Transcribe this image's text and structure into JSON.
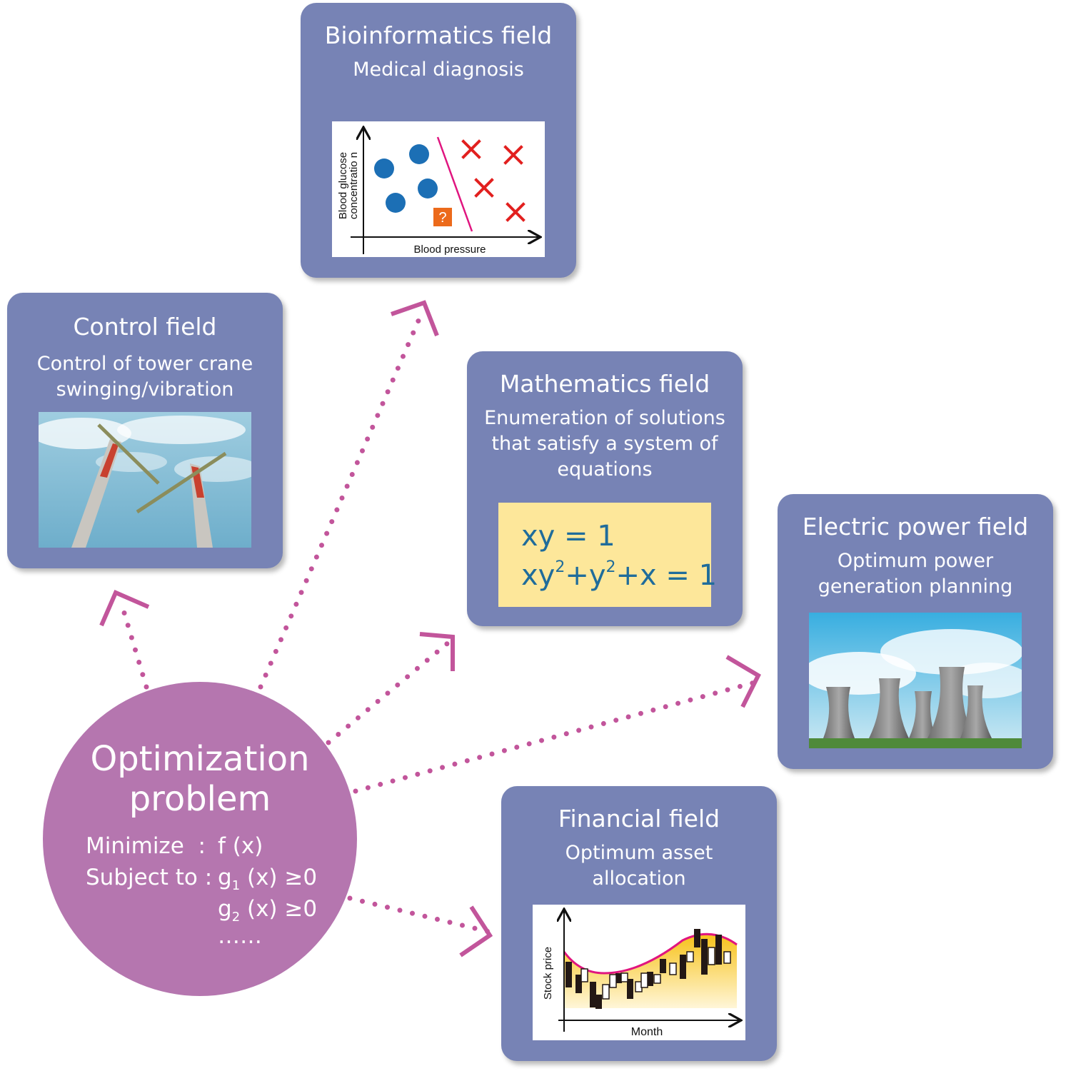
{
  "center": {
    "title_line1": "Optimization",
    "title_line2": "problem",
    "minimize_label": "Minimize  :",
    "minimize_expr": "f (x)",
    "subject_label": "Subject to :",
    "g1_name": "g",
    "g1_index": "1",
    "g1_rest": " (x) ≥0",
    "g2_name": "g",
    "g2_index": "2",
    "g2_rest": " (x) ≥0",
    "ellipsis": "……"
  },
  "fields": {
    "control": {
      "title": "Control field",
      "subtitle_line1": "Control of tower crane",
      "subtitle_line2": "swinging/vibration"
    },
    "bio": {
      "title": "Bioinformatics field",
      "subtitle": "Medical diagnosis",
      "chart": {
        "ylabel_line1": "Blood glucose",
        "ylabel_line2": "concentratio n",
        "xlabel": "Blood pressure",
        "unknown_marker": "?"
      }
    },
    "math": {
      "title": "Mathematics  field",
      "subtitle_line1": "Enumeration of solutions",
      "subtitle_line2": "that satisfy a system of",
      "subtitle_line3": "equations",
      "eq1": "xy = 1",
      "eq2_a": "xy",
      "eq2_sup1": "2",
      "eq2_b": "+y",
      "eq2_sup2": "2",
      "eq2_c": "+x = 1"
    },
    "power": {
      "title": "Electric power field",
      "subtitle_line1": "Optimum power",
      "subtitle_line2": "generation planning"
    },
    "finance": {
      "title": "Financial field",
      "subtitle_line1": "Optimum asset",
      "subtitle_line2": "allocation",
      "chart": {
        "ylabel": "Stock price",
        "xlabel": "Month"
      }
    }
  },
  "colors": {
    "card": "#7783b5",
    "circle": "#b576af",
    "arrow": "#c2559b",
    "eq_bg": "#fde79a",
    "eq_text": "#1f6c9b",
    "dot_blue": "#1c6fb5",
    "cross_red": "#e2201f",
    "question_orange": "#ec6a1b",
    "boundary_line": "#e0157f"
  }
}
